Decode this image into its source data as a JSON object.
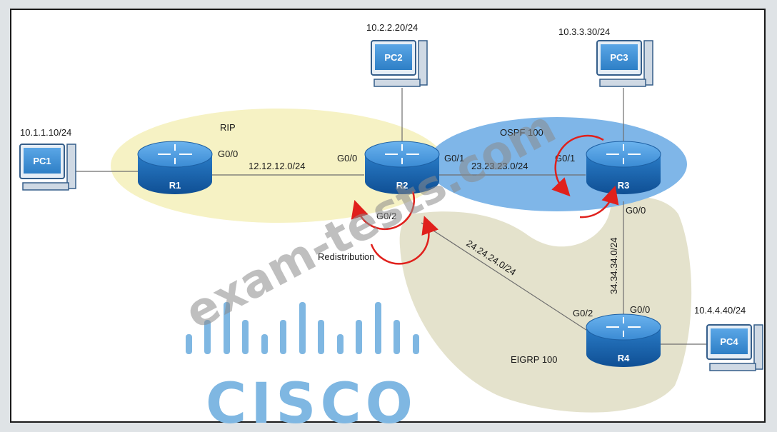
{
  "zones": {
    "rip": "RIP",
    "ospf": "OSPF 100",
    "eigrp": "EIGRP 100"
  },
  "routers": {
    "r1": "R1",
    "r2": "R2",
    "r3": "R3",
    "r4": "R4"
  },
  "pcs": {
    "pc1": {
      "name": "PC1",
      "ip": "10.1.1.10/24"
    },
    "pc2": {
      "name": "PC2",
      "ip": "10.2.2.20/24"
    },
    "pc3": {
      "name": "PC3",
      "ip": "10.3.3.30/24"
    },
    "pc4": {
      "name": "PC4",
      "ip": "10.4.4.40/24"
    }
  },
  "links": {
    "r1_r2": "12.12.12.0/24",
    "r2_r3": "23.23.23.0/24",
    "r2_r4": "24.24.24.0/24",
    "r3_r4": "34.34.34.0/24"
  },
  "interfaces": {
    "r1_g00": "G0/0",
    "r2_g00": "G0/0",
    "r2_g01": "G0/1",
    "r2_g02": "G0/2",
    "r3_g01": "G0/1",
    "r3_g00": "G0/0",
    "r4_g02": "G0/2",
    "r4_g00": "G0/0"
  },
  "redistribution": "Redistribution",
  "watermark": "exam-tests.com",
  "logo": "CISCO",
  "colors": {
    "rip_zone": "#f6f2c4",
    "ospf_zone": "#7fb6e8",
    "eigrp_zone": "#e4e2cc",
    "router_body": "#1e6fb8",
    "router_top": "#4b9ade",
    "redistribution_arrow": "#e0201c",
    "logo": "#7fb7e2"
  }
}
